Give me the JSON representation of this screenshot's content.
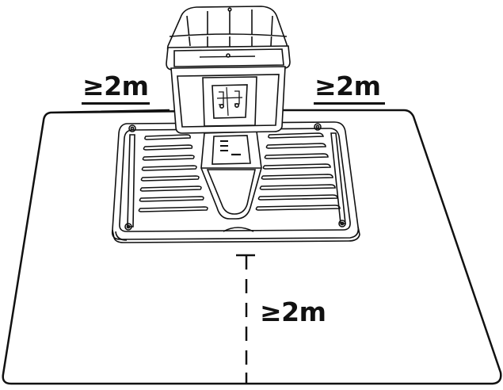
{
  "diagram": {
    "clearance_left": "≥2m",
    "clearance_right": "≥2m",
    "clearance_front": "≥2m"
  },
  "colors": {
    "line": "#111111",
    "background": "#ffffff"
  },
  "icons": [
    "robot-mower-icon",
    "charging-station-base-icon",
    "dimension-marker-icon"
  ]
}
